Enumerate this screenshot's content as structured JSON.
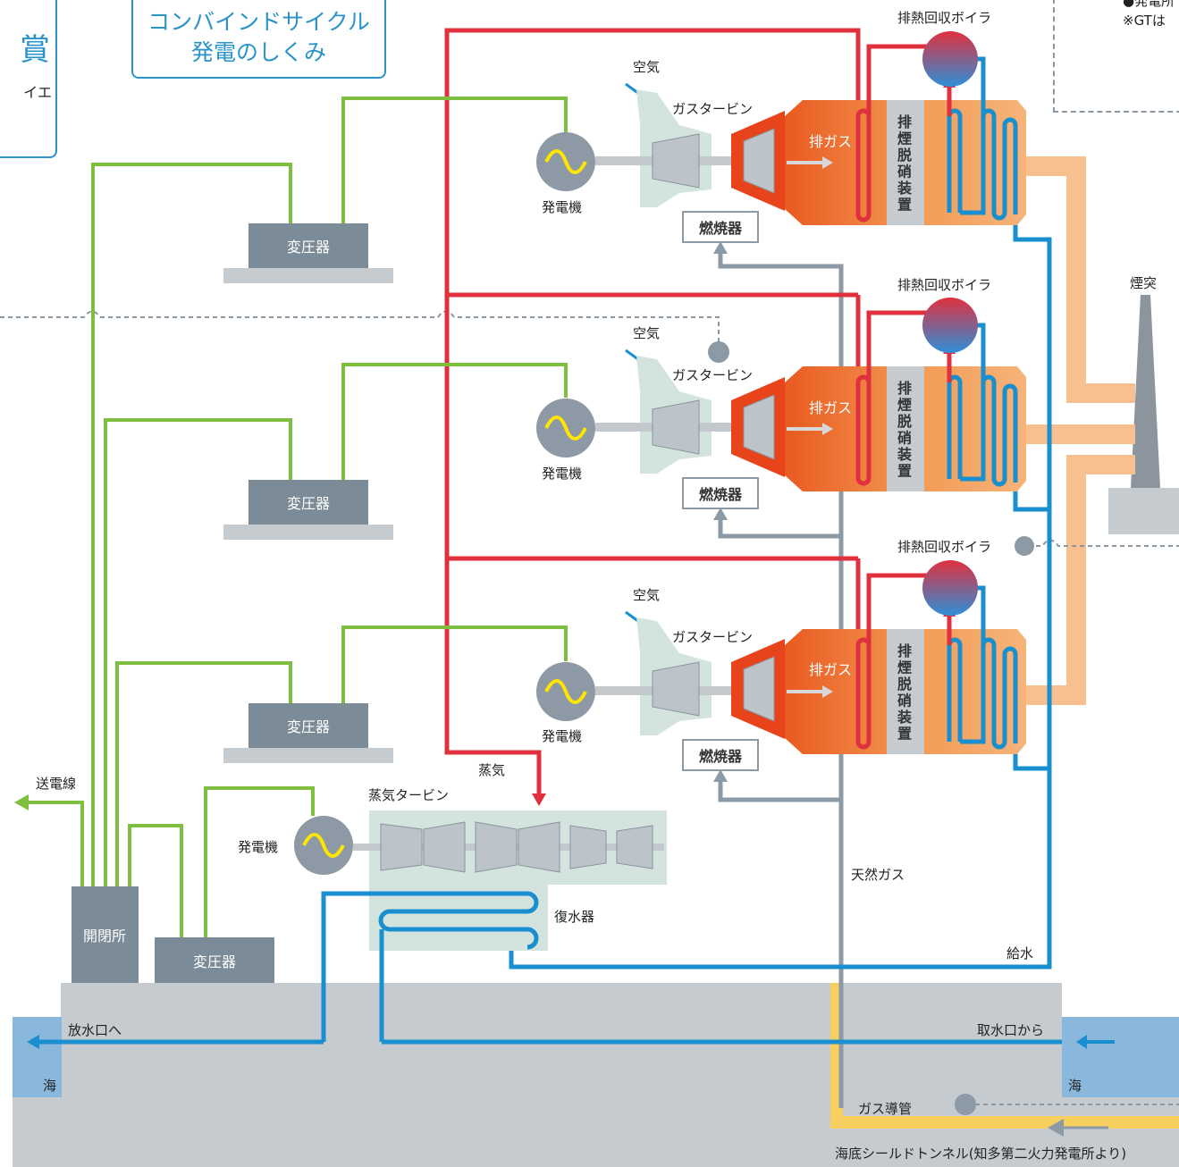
{
  "title": {
    "line1": "コンバインドサイクル",
    "line2": "発電のしくみ"
  },
  "award_fragment": {
    "char": "賞",
    "sub": "イエ"
  },
  "note_fragment": {
    "line1": "●発電所",
    "line2": "※GTは"
  },
  "labels": {
    "air": "空気",
    "gas_turbine": "ガスタービン",
    "exhaust_gas": "排ガス",
    "combustor": "燃焼器",
    "generator": "発電機",
    "transformer": "変圧器",
    "hrsg": "排熱回収ボイラ",
    "denitration": "排煙脱硝装置",
    "stack": "煙突",
    "steam": "蒸気",
    "steam_turbine": "蒸気タービン",
    "condenser": "復水器",
    "natural_gas": "天然ガス",
    "feedwater": "給水",
    "switchyard": "開閉所",
    "transmission_line": "送電線",
    "to_outlet": "放水口へ",
    "from_intake": "取水口から",
    "sea": "海",
    "gas_pipe": "ガス導管",
    "tunnel": "海底シールドトンネル(知多第二火力発電所より)"
  },
  "colors": {
    "steam_red": "#e0303e",
    "water_blue": "#1a8fd0",
    "power_green": "#7fbf3f",
    "gas_gray": "#8c9aa6",
    "exhaust_orange": "#f08a3a",
    "flue_peach": "#f8bf8f",
    "gas_pipe_yellow": "#f7cf5e",
    "title_blue": "#2a93c9"
  }
}
